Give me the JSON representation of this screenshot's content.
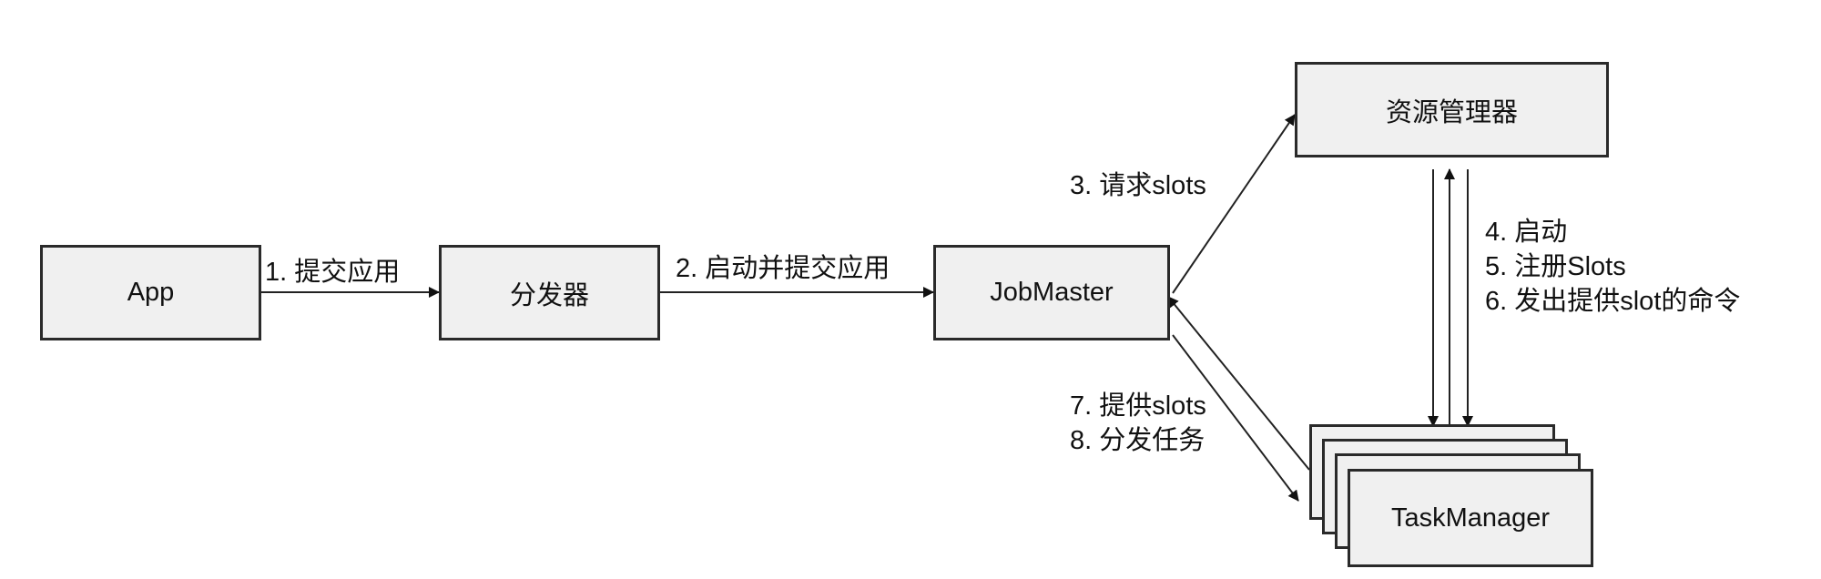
{
  "nodes": {
    "app": "App",
    "dispatcher": "分发器",
    "jobmaster": "JobMaster",
    "resource_manager": "资源管理器",
    "taskmanager": "TaskManager"
  },
  "edges": {
    "submit_app": "1. 提交应用",
    "start_and_submit": "2. 启动并提交应用",
    "request_slots": "3. 请求slots",
    "rm_tm": [
      "4. 启动",
      "5. 注册Slots",
      "6. 发出提供slot的命令"
    ],
    "tm_jm": [
      "7. 提供slots",
      "8. 分发任务"
    ]
  }
}
